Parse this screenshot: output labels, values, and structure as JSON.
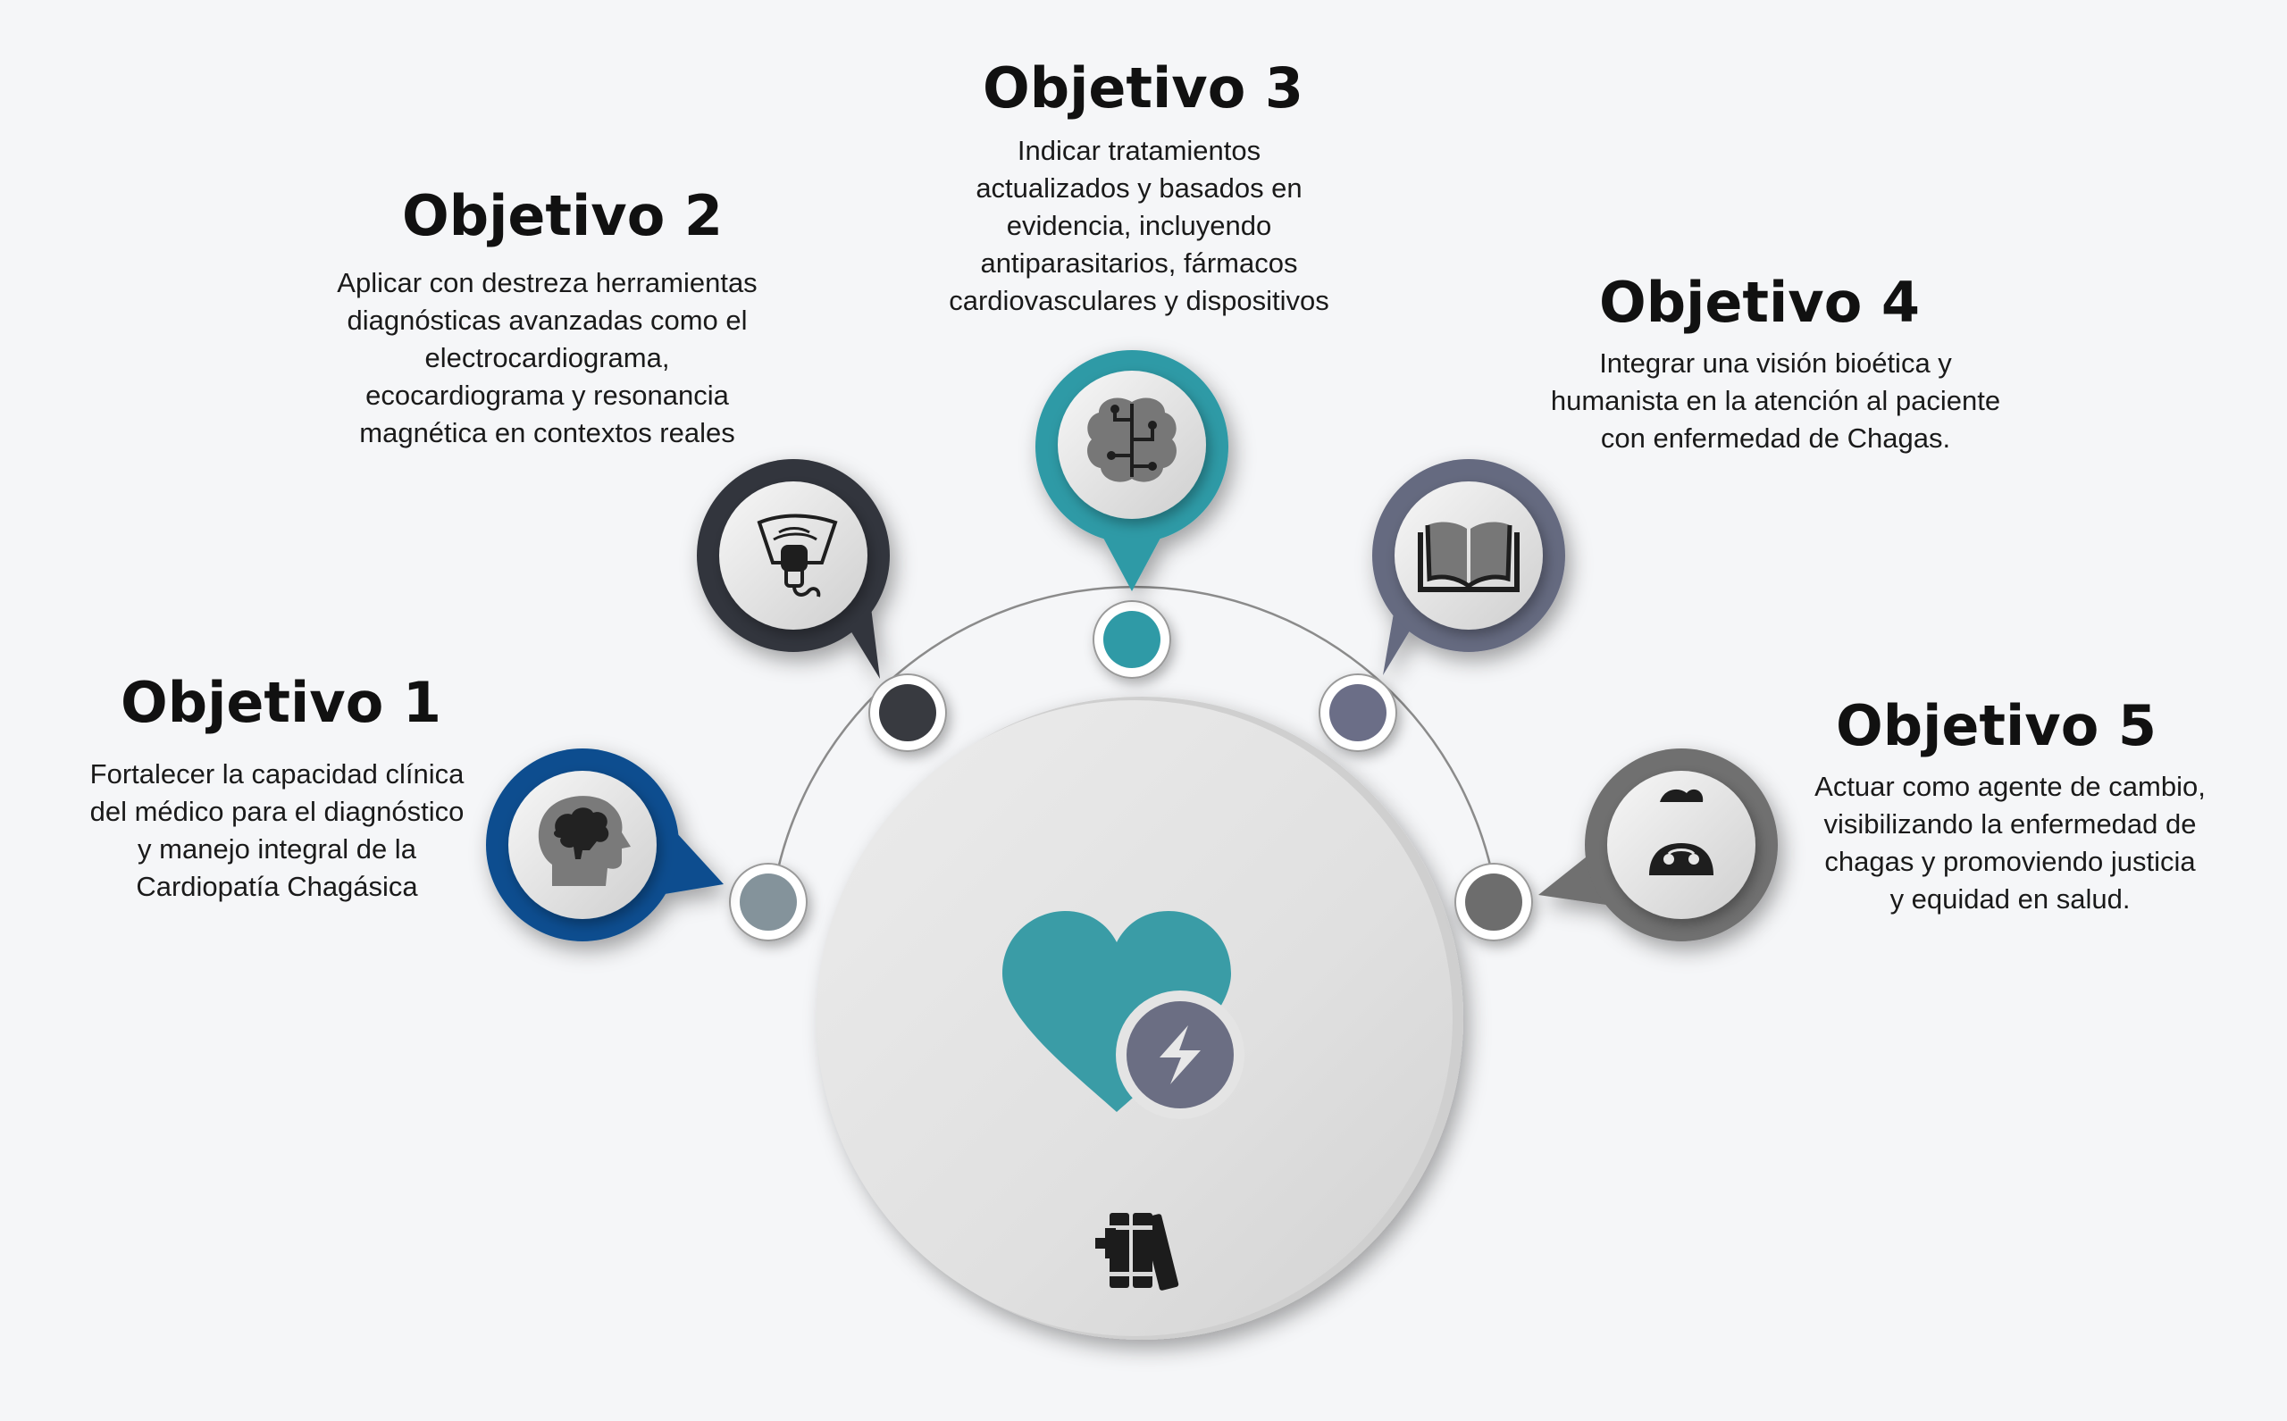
{
  "objectives": [
    {
      "title": "Objetivo 1",
      "lines": [
        "Fortalecer la capacidad clínica",
        "del médico para el  diagnóstico",
        "y manejo integral de la",
        "Cardiopatía Chagásica"
      ],
      "color": "#0a4e8f",
      "icon": "head-brain-icon"
    },
    {
      "title": "Objetivo 2",
      "lines": [
        "Aplicar con destreza herramientas",
        "diagnósticas avanzadas como el",
        "electrocardiograma,",
        "ecocardiograma y resonancia",
        "magnética en contextos reales"
      ],
      "color": "#33363d",
      "icon": "ultrasound-probe-icon"
    },
    {
      "title": "Objetivo 3",
      "lines": [
        "Indicar tratamientos",
        "actualizados y basados en",
        "evidencia, incluyendo",
        "antiparasitarios, fármacos",
        "cardiovasculares y dispositivos"
      ],
      "color": "#2f9aa6",
      "icon": "brain-circuit-icon"
    },
    {
      "title": "Objetivo 4",
      "lines": [
        "Integrar una visión bioética y",
        "humanista en la atención al paciente",
        "con enfermedad de Chagas."
      ],
      "color": "#656a80",
      "icon": "open-book-icon"
    },
    {
      "title": "Objetivo 5",
      "lines": [
        "Actuar como agente de cambio,",
        "visibilizando la enfermedad de",
        "chagas y promoviendo justicia",
        "y equidad en salud."
      ],
      "color": "#6f6f6f",
      "icon": "doctor-icon"
    }
  ],
  "center": {
    "heart_color": "#3a9ca6",
    "badge_color": "#6b6e83",
    "main_icon": "heart-lightning-icon",
    "bottom_icon": "medical-books-icon"
  },
  "arc_nodes": [
    {
      "color": "#84939b"
    },
    {
      "color": "#383a40"
    },
    {
      "color": "#2f9aa6"
    },
    {
      "color": "#6b6e87"
    },
    {
      "color": "#6d6d6d"
    }
  ]
}
